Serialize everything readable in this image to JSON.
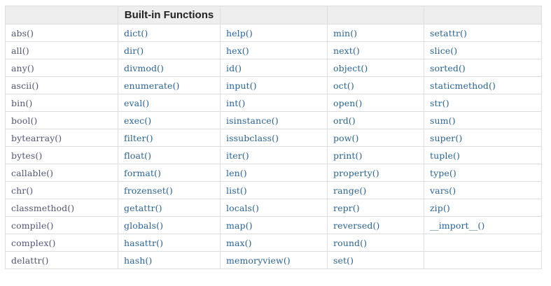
{
  "table": {
    "headers": [
      "",
      "Built-in Functions",
      "",
      "",
      ""
    ],
    "rows": [
      [
        "abs()",
        "dict()",
        "help()",
        "min()",
        "setattr()"
      ],
      [
        "all()",
        "dir()",
        "hex()",
        "next()",
        "slice()"
      ],
      [
        "any()",
        "divmod()",
        "id()",
        "object()",
        "sorted()"
      ],
      [
        "ascii()",
        "enumerate()",
        "input()",
        "oct()",
        "staticmethod()"
      ],
      [
        "bin()",
        "eval()",
        "int()",
        "open()",
        "str()"
      ],
      [
        "bool()",
        "exec()",
        "isinstance()",
        "ord()",
        "sum()"
      ],
      [
        "bytearray()",
        "filter()",
        "issubclass()",
        "pow()",
        "super()"
      ],
      [
        "bytes()",
        "float()",
        "iter()",
        "print()",
        "tuple()"
      ],
      [
        "callable()",
        "format()",
        "len()",
        "property()",
        "type()"
      ],
      [
        "chr()",
        "frozenset()",
        "list()",
        "range()",
        "vars()"
      ],
      [
        "classmethod()",
        "getattr()",
        "locals()",
        "repr()",
        "zip()"
      ],
      [
        "compile()",
        "globals()",
        "map()",
        "reversed()",
        "__import__()"
      ],
      [
        "complex()",
        "hasattr()",
        "max()",
        "round()",
        ""
      ],
      [
        "delattr()",
        "hash()",
        "memoryview()",
        "set()",
        ""
      ]
    ]
  },
  "colors": {
    "header_bg": "#eeeeee",
    "border": "#dddddd",
    "link": "#2a6496"
  }
}
